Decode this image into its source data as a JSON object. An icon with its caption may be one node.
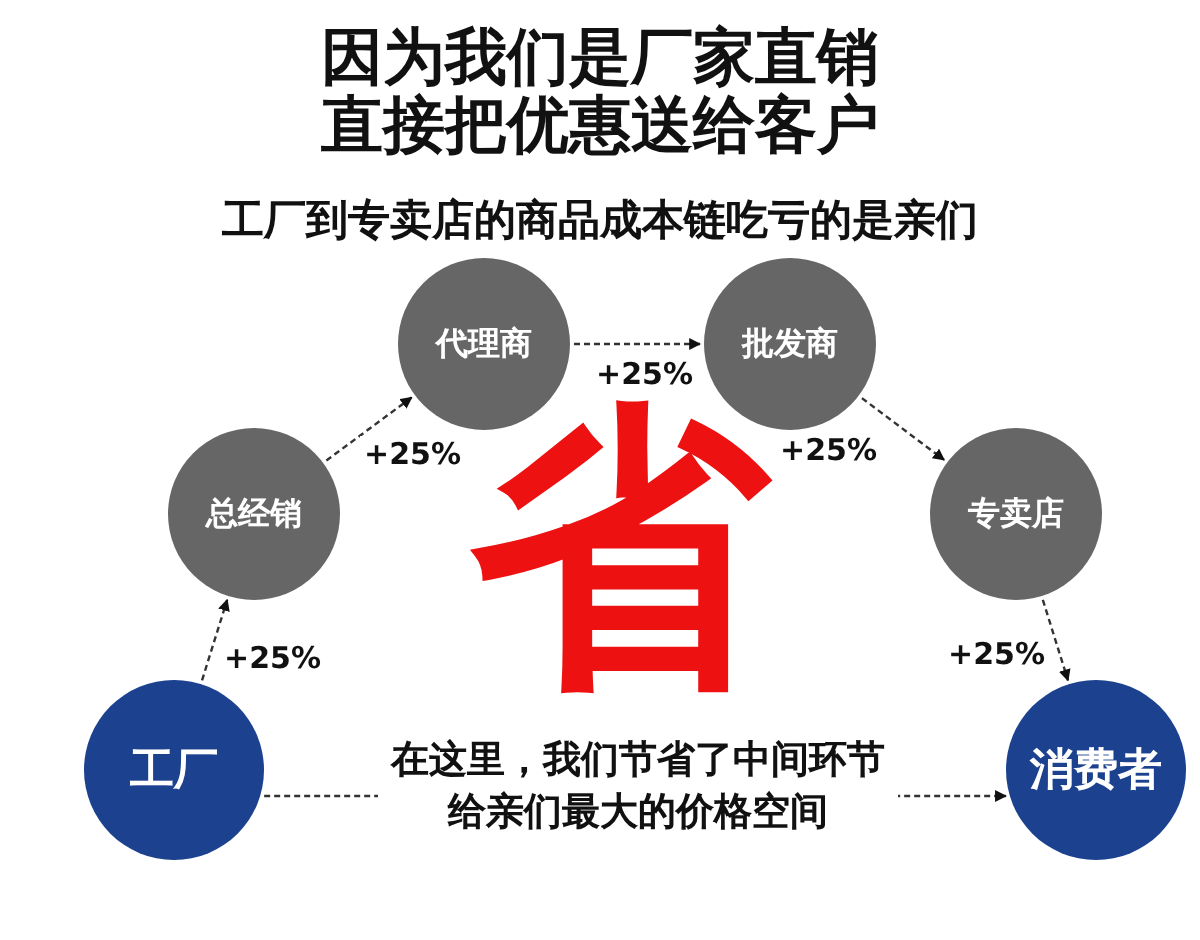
{
  "diagram": {
    "title": "因为我们是厂家直销直接把优惠送给客户",
    "nodes": [
      {
        "text": [
          "工厂"
        ]
      },
      {
        "text": [
          "总经销"
        ]
      },
      {
        "text": [
          "代理商"
        ]
      },
      {
        "text": [
          "批发商"
        ]
      },
      {
        "text": [
          "专卖店"
        ]
      },
      {
        "text": [
          "消费者"
        ]
      }
    ],
    "edges": [
      {
        "from": 0,
        "to": 1,
        "arrow": "to",
        "label": "+25%",
        "style": "dashed"
      },
      {
        "from": 1,
        "to": 2,
        "arrow": "to",
        "label": "+25%",
        "style": "dashed"
      },
      {
        "from": 2,
        "to": 3,
        "arrow": "to",
        "label": "+25%",
        "style": "dashed"
      },
      {
        "from": 3,
        "to": 4,
        "arrow": "to",
        "label": "+25%",
        "style": "dashed"
      },
      {
        "from": 4,
        "to": 5,
        "arrow": "to",
        "label": "+25%",
        "style": "dashed"
      },
      {
        "from": 0,
        "to": 5,
        "arrow": "to",
        "label": "在这里，我们节省了中间环节给亲们最大的价格空间",
        "style": "dashed"
      }
    ],
    "labels": [
      "工厂到专卖店的商品成本链吃亏的是亲们",
      "省"
    ]
  }
}
